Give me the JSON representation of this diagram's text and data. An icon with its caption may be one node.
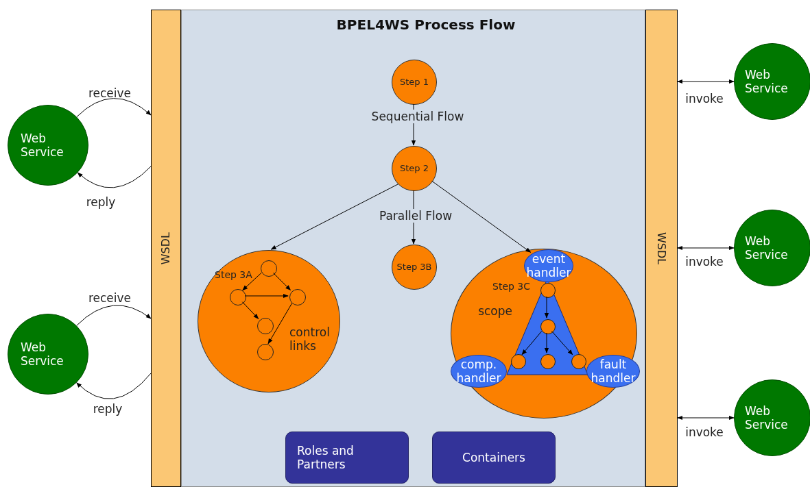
{
  "diagram": {
    "nodes": [
      {
        "text": [
          "BPEL4WS Process Flow"
        ]
      },
      {
        "text": [
          "Step 1"
        ],
        "in": 0
      },
      {
        "text": [
          "Step 2"
        ],
        "in": 0
      },
      {
        "text": [
          "Step 3A",
          "control links"
        ],
        "in": 0
      },
      {
        "text": [],
        "shape": "circle",
        "in": 3
      },
      {
        "text": [],
        "shape": "circle",
        "in": 3
      },
      {
        "text": [],
        "shape": "circle",
        "in": 3
      },
      {
        "text": [],
        "shape": "circle",
        "in": 3
      },
      {
        "text": [],
        "shape": "circle",
        "in": 3
      },
      {
        "text": [
          "Step 3B"
        ],
        "in": 0
      },
      {
        "text": [
          "Step 3C"
        ],
        "in": 0
      },
      {
        "text": [
          "scope"
        ],
        "in": 10
      },
      {
        "text": [
          "event handler"
        ],
        "in": 10
      },
      {
        "text": [],
        "shape": "circle",
        "in": 11
      },
      {
        "text": [],
        "shape": "circle",
        "in": 11
      },
      {
        "text": [],
        "shape": "circle",
        "in": 11
      },
      {
        "text": [],
        "shape": "circle",
        "in": 11
      },
      {
        "text": [],
        "shape": "circle",
        "in": 11
      },
      {
        "text": [
          "comp. handler"
        ],
        "in": 10
      },
      {
        "text": [
          "fault handler"
        ],
        "in": 10
      },
      {
        "text": [
          "Roles and Partners"
        ],
        "in": 0
      },
      {
        "text": [
          "Containers"
        ],
        "in": 0
      },
      {
        "text": [
          "WSDL"
        ]
      },
      {
        "text": [
          "WSDL"
        ]
      },
      {
        "text": [
          "Web Service"
        ]
      },
      {
        "text": [
          "Web Service"
        ]
      },
      {
        "text": [
          "Web Service"
        ]
      },
      {
        "text": [
          "Web Service"
        ]
      },
      {
        "text": [
          "Web Service"
        ]
      }
    ],
    "edges": [
      {
        "from": 1,
        "to": 2,
        "arrow": "to",
        "label": "Sequential Flow"
      },
      {
        "from": 2,
        "to": 3,
        "arrow": "to"
      },
      {
        "from": 2,
        "to": 9,
        "arrow": "to",
        "label": "Parallel Flow"
      },
      {
        "from": 2,
        "to": 12,
        "arrow": "to"
      },
      {
        "from": 4,
        "to": 5,
        "arrow": "to"
      },
      {
        "from": 4,
        "to": 6,
        "arrow": "to"
      },
      {
        "from": 5,
        "to": 6,
        "arrow": "to"
      },
      {
        "from": 5,
        "to": 7,
        "arrow": "to"
      },
      {
        "from": 6,
        "to": 8,
        "arrow": "to"
      },
      {
        "from": 13,
        "to": 14,
        "arrow": "to"
      },
      {
        "from": 14,
        "to": 15,
        "arrow": "to"
      },
      {
        "from": 14,
        "to": 16,
        "arrow": "to"
      },
      {
        "from": 14,
        "to": 17,
        "arrow": "to"
      },
      {
        "from": 24,
        "to": 22,
        "arrow": "to",
        "label": "receive"
      },
      {
        "from": 22,
        "to": 24,
        "arrow": "to",
        "label": "reply"
      },
      {
        "from": 25,
        "to": 22,
        "arrow": "to",
        "label": "receive"
      },
      {
        "from": 22,
        "to": 25,
        "arrow": "to",
        "label": "reply"
      },
      {
        "from": 23,
        "to": 26,
        "arrow": "both",
        "label": "invoke"
      },
      {
        "from": 23,
        "to": 27,
        "arrow": "both",
        "label": "invoke"
      },
      {
        "from": 23,
        "to": 28,
        "arrow": "both",
        "label": "invoke"
      }
    ]
  }
}
